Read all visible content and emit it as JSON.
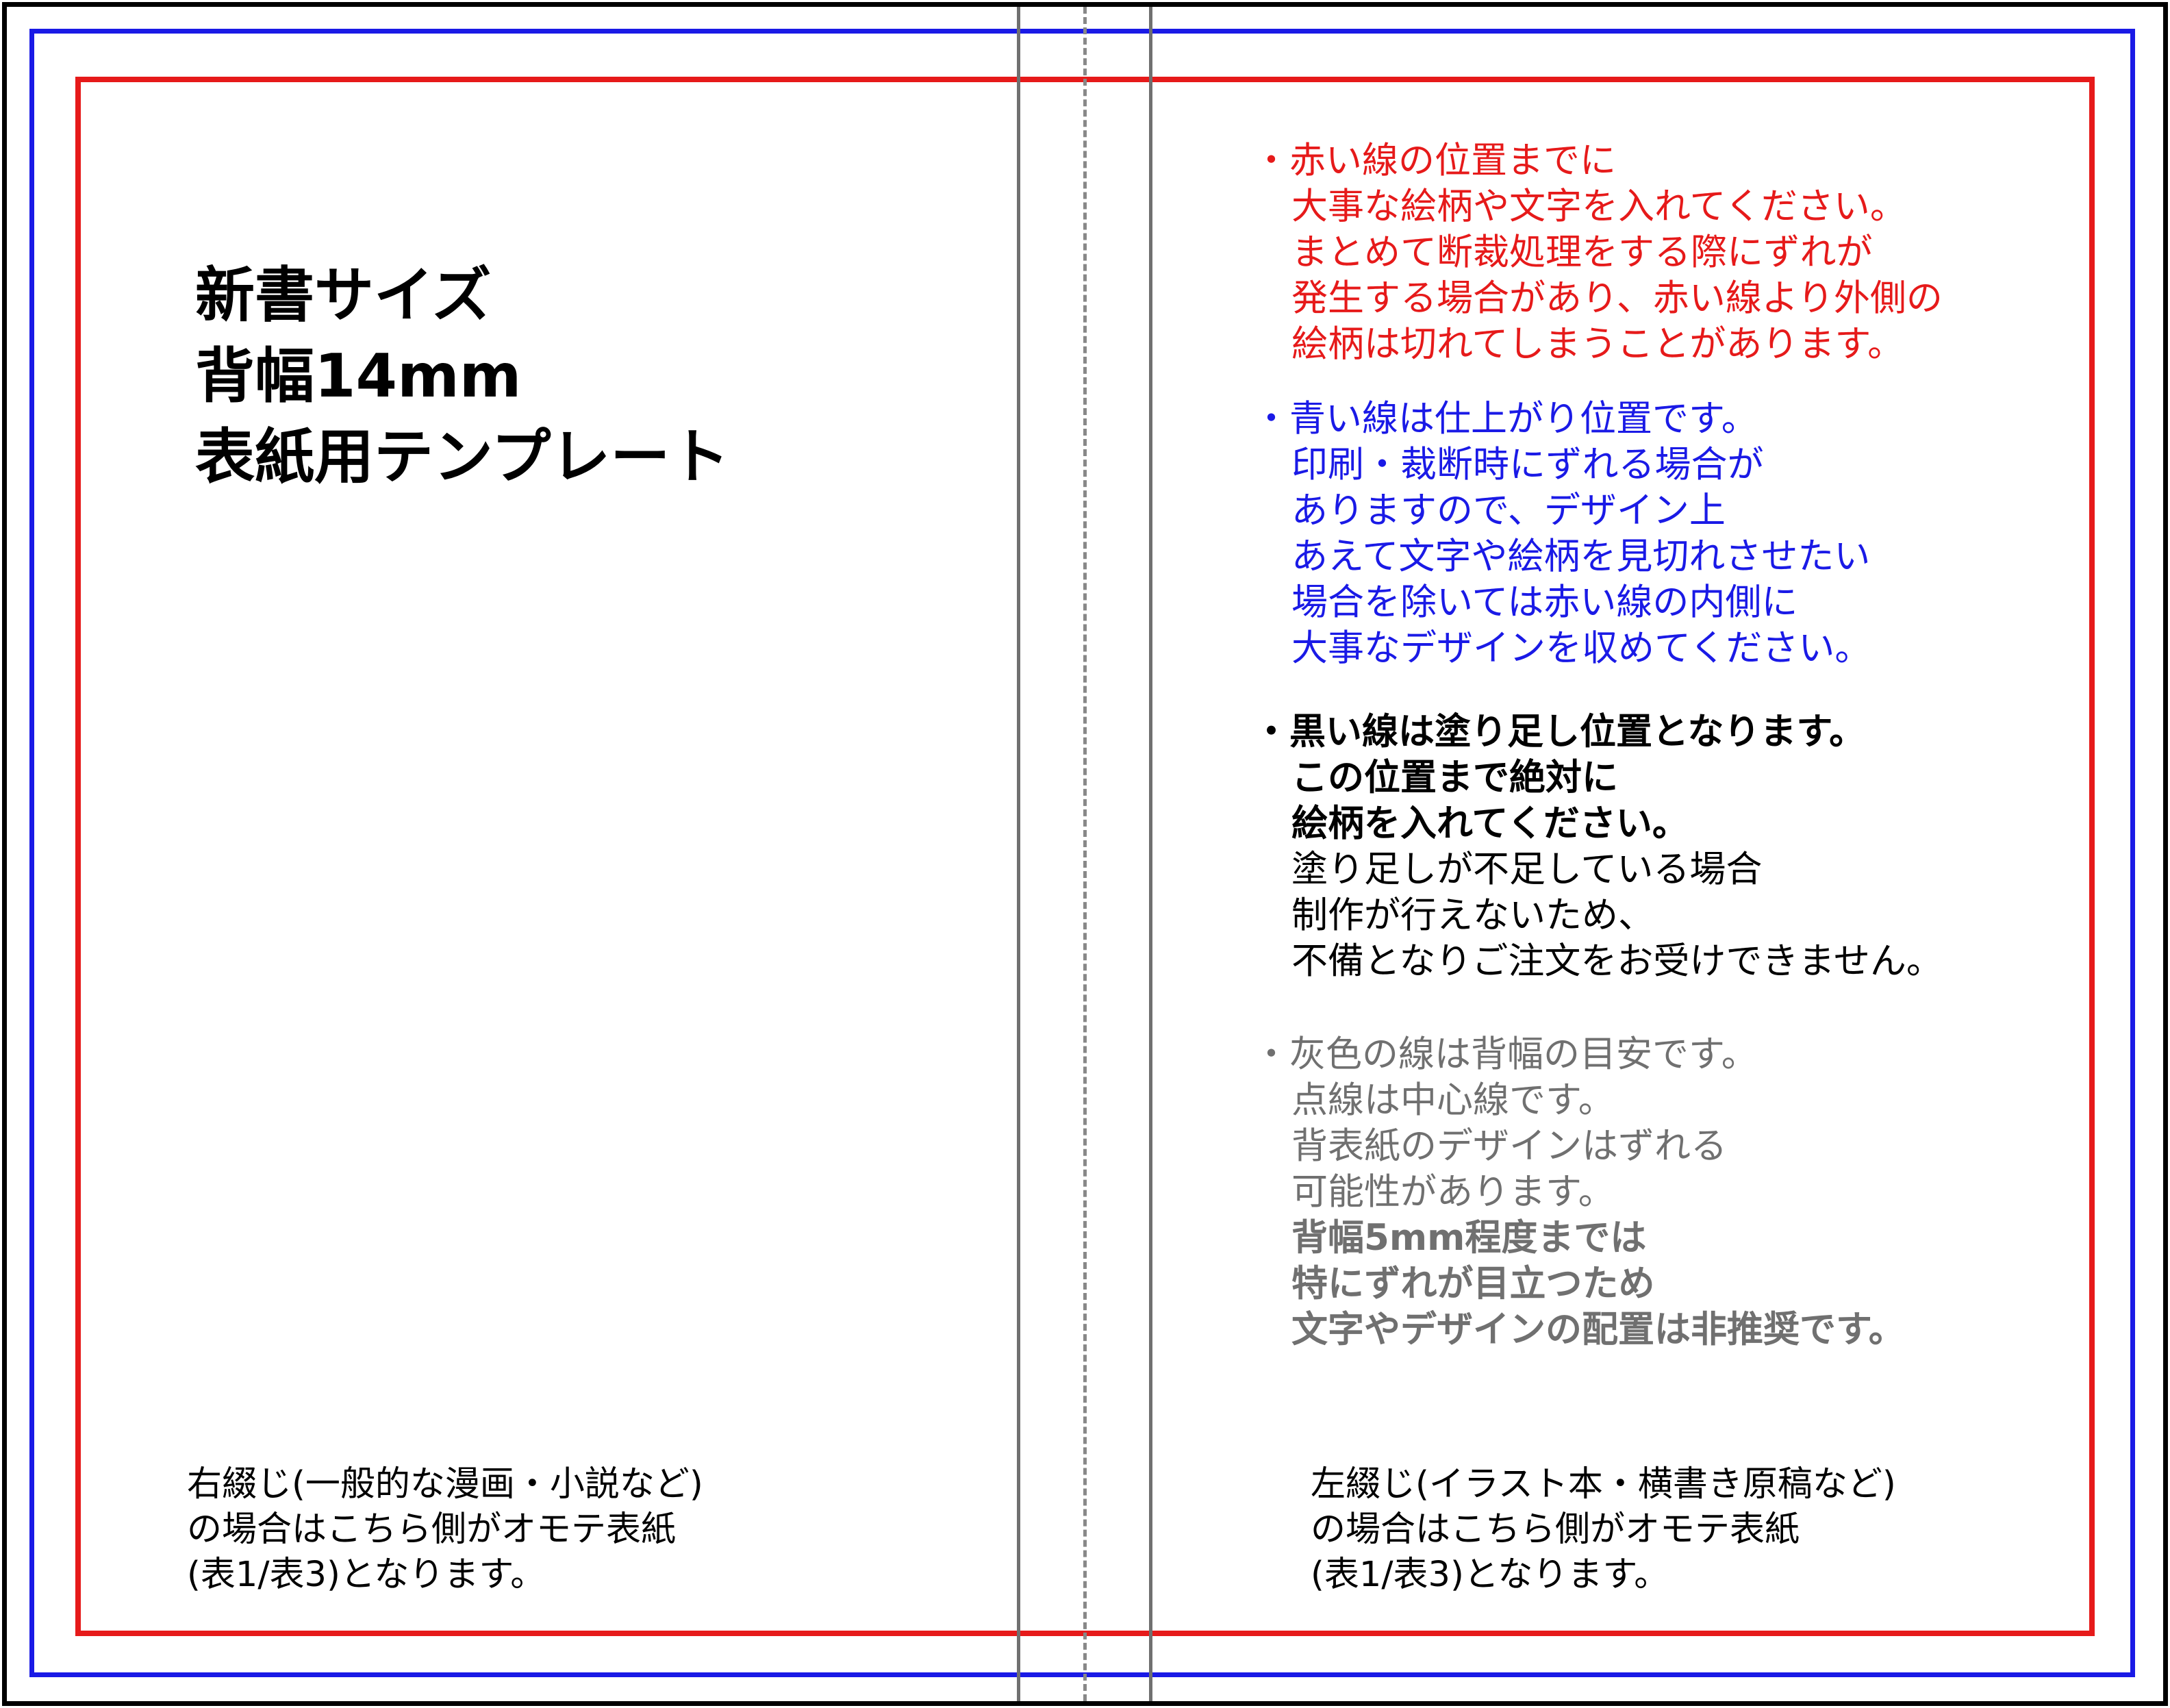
{
  "title": {
    "line1": "新書サイズ",
    "line2": "背幅14mm",
    "line3": "表紙用テンプレート"
  },
  "notes": {
    "red": [
      "・赤い線の位置までに",
      "大事な絵柄や文字を入れてください。",
      "まとめて断裁処理をする際にずれが",
      "発生する場合があり、赤い線より外側の",
      "絵柄は切れてしまうことがあります。"
    ],
    "blue": [
      "・青い線は仕上がり位置です。",
      "印刷・裁断時にずれる場合が",
      "ありますので、デザイン上",
      "あえて文字や絵柄を見切れさせたい",
      "場合を除いては赤い線の内側に",
      "大事なデザインを収めてください。"
    ],
    "black": [
      "・黒い線は塗り足し位置となります。",
      "この位置まで絶対に",
      "絵柄を入れてください。",
      "塗り足しが不足している場合",
      "制作が行えないため、",
      "不備となりご注文をお受けできません。"
    ],
    "gray": [
      "・灰色の線は背幅の目安です。",
      "点線は中心線です。",
      "背表紙のデザインはずれる",
      "可能性があります。",
      "背幅5mm程度までは",
      "特にずれが目立つため",
      "文字やデザインの配置は非推奨です。"
    ]
  },
  "binding_right": [
    "右綴じ(一般的な漫画・小説など)",
    "の場合はこちら側がオモテ表紙",
    "(表1/表3)となります。"
  ],
  "binding_left": [
    "左綴じ(イラスト本・横書き原稿など)",
    "の場合はこちら側がオモテ表紙",
    "(表1/表3)となります。"
  ],
  "colors": {
    "bleed_line": "#000000",
    "trim_line": "#1a1ae6",
    "safe_line": "#e61a1a",
    "spine_line": "#707070"
  }
}
